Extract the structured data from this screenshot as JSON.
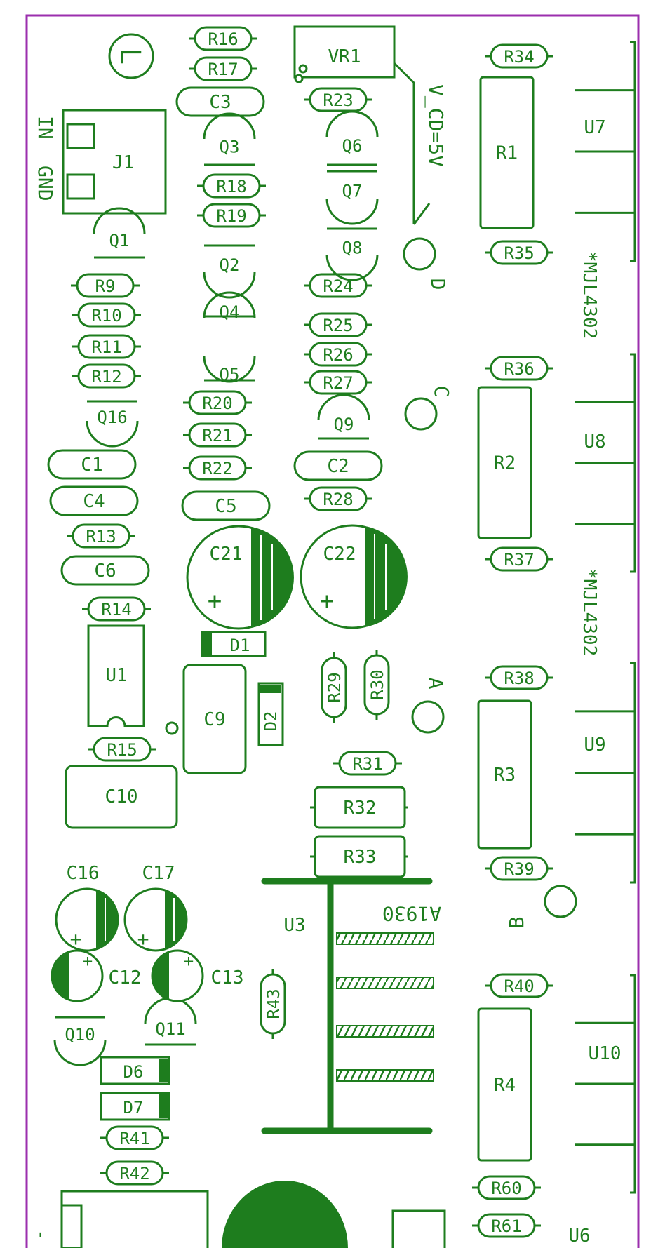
{
  "board": {
    "outline_color": "#9b2fae",
    "silk_color": "#1e7d1e"
  },
  "connector": {
    "label": "J1",
    "pin1": "IN",
    "pin2": "GND"
  },
  "logo": {
    "glyph": "L"
  },
  "resistors": [
    {
      "id": "R16",
      "label": "R16"
    },
    {
      "id": "R17",
      "label": "R17"
    },
    {
      "id": "R23",
      "label": "R23"
    },
    {
      "id": "R34",
      "label": "R34"
    },
    {
      "id": "R18",
      "label": "R18"
    },
    {
      "id": "R19",
      "label": "R19"
    },
    {
      "id": "R35",
      "label": "R35"
    },
    {
      "id": "R9",
      "label": "R9"
    },
    {
      "id": "R10",
      "label": "R10"
    },
    {
      "id": "R11",
      "label": "R11"
    },
    {
      "id": "R12",
      "label": "R12"
    },
    {
      "id": "R24",
      "label": "R24"
    },
    {
      "id": "R25",
      "label": "R25"
    },
    {
      "id": "R26",
      "label": "R26"
    },
    {
      "id": "R27",
      "label": "R27"
    },
    {
      "id": "R36",
      "label": "R36"
    },
    {
      "id": "R20",
      "label": "R20"
    },
    {
      "id": "R21",
      "label": "R21"
    },
    {
      "id": "R22",
      "label": "R22"
    },
    {
      "id": "R28",
      "label": "R28"
    },
    {
      "id": "R13",
      "label": "R13"
    },
    {
      "id": "R37",
      "label": "R37"
    },
    {
      "id": "R14",
      "label": "R14"
    },
    {
      "id": "R38",
      "label": "R38"
    },
    {
      "id": "R15",
      "label": "R15"
    },
    {
      "id": "R31",
      "label": "R31"
    },
    {
      "id": "R39",
      "label": "R39"
    },
    {
      "id": "R40",
      "label": "R40"
    },
    {
      "id": "R41",
      "label": "R41"
    },
    {
      "id": "R42",
      "label": "R42"
    },
    {
      "id": "R60",
      "label": "R60"
    },
    {
      "id": "R61",
      "label": "R61"
    }
  ],
  "vertical_resistors": [
    {
      "id": "R29",
      "label": "R29"
    },
    {
      "id": "R30",
      "label": "R30"
    },
    {
      "id": "R43",
      "label": "R43"
    }
  ],
  "capacitors": [
    {
      "id": "C3",
      "label": "C3"
    },
    {
      "id": "C1",
      "label": "C1"
    },
    {
      "id": "C2",
      "label": "C2"
    },
    {
      "id": "C4",
      "label": "C4"
    },
    {
      "id": "C5",
      "label": "C5"
    },
    {
      "id": "C6",
      "label": "C6"
    }
  ],
  "transistors": [
    {
      "id": "Q3",
      "label": "Q3"
    },
    {
      "id": "Q6",
      "label": "Q6"
    },
    {
      "id": "Q7",
      "label": "Q7"
    },
    {
      "id": "Q1",
      "label": "Q1"
    },
    {
      "id": "Q2",
      "label": "Q2"
    },
    {
      "id": "Q8",
      "label": "Q8"
    },
    {
      "id": "Q4",
      "label": "Q4"
    },
    {
      "id": "Q5",
      "label": "Q5"
    },
    {
      "id": "Q9",
      "label": "Q9"
    },
    {
      "id": "Q16",
      "label": "Q16"
    },
    {
      "id": "Q11",
      "label": "Q11"
    },
    {
      "id": "Q10",
      "label": "Q10"
    }
  ],
  "power_resistors": [
    {
      "id": "R1",
      "label": "R1"
    },
    {
      "id": "R2",
      "label": "R2"
    },
    {
      "id": "R3",
      "label": "R3"
    },
    {
      "id": "R4",
      "label": "R4"
    }
  ],
  "output_devices": [
    {
      "id": "U7",
      "label": "U7"
    },
    {
      "id": "U8",
      "label": "U8"
    },
    {
      "id": "U9",
      "label": "U9"
    },
    {
      "id": "U10",
      "label": "U10"
    },
    {
      "id": "U6",
      "label": "U6"
    }
  ],
  "output_note": "*MJL4302",
  "big_capacitors": [
    {
      "id": "C21",
      "label": "C21",
      "plus": "+"
    },
    {
      "id": "C22",
      "label": "C22",
      "plus": "+"
    }
  ],
  "small_electrolytics": [
    {
      "id": "C16",
      "label": "C16",
      "plus": "+"
    },
    {
      "id": "C17",
      "label": "C17",
      "plus": "+"
    },
    {
      "id": "C12",
      "label": "C12",
      "plus": "+"
    },
    {
      "id": "C13",
      "label": "C13",
      "plus": "+"
    }
  ],
  "diodes": [
    {
      "id": "D1",
      "label": "D1"
    },
    {
      "id": "D2",
      "label": "D2"
    },
    {
      "id": "D6",
      "label": "D6"
    },
    {
      "id": "D7",
      "label": "D7"
    }
  ],
  "test_points": [
    {
      "id": "D",
      "label": "D"
    },
    {
      "id": "C",
      "label": "C"
    },
    {
      "id": "A",
      "label": "A"
    },
    {
      "id": "B",
      "label": "B"
    }
  ],
  "misc": {
    "vr1": "VR1",
    "vcd_note": "V_CD=5V",
    "u1": "U1",
    "c9": "C9",
    "c10": "C10",
    "r32": "R32",
    "r33": "R33",
    "u3": "U3",
    "a1930": "A1930",
    "bottom_left_mark": "-"
  }
}
